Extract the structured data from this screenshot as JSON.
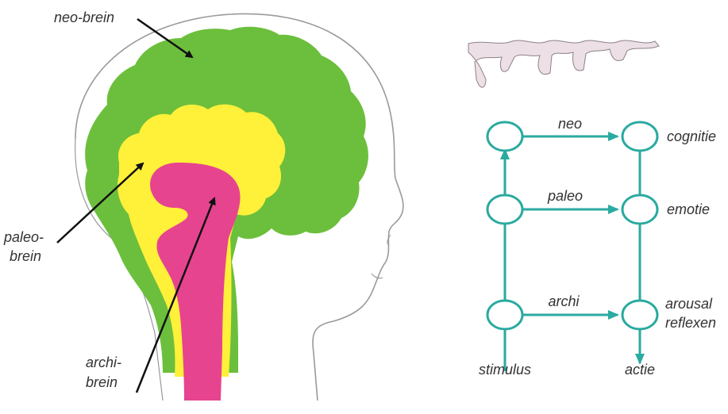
{
  "brain": {
    "neo_label": "neo-brein",
    "paleo_label_line1": "paleo-",
    "paleo_label_line2": "brein",
    "archi_label_line1": "archi-",
    "archi_label_line2": "brein"
  },
  "flow": {
    "edge_neo": "neo",
    "edge_paleo": "paleo",
    "edge_archi": "archi",
    "out_top": "cognitie",
    "out_mid": "emotie",
    "out_bottom_line1": "arousal",
    "out_bottom_line2": "reflexen",
    "input": "stimulus",
    "output": "actie"
  },
  "colors": {
    "neo": "#6cbf3c",
    "paleo": "#fff03a",
    "archi": "#e6448f",
    "flow": "#2aaaa0",
    "text": "#333333"
  }
}
